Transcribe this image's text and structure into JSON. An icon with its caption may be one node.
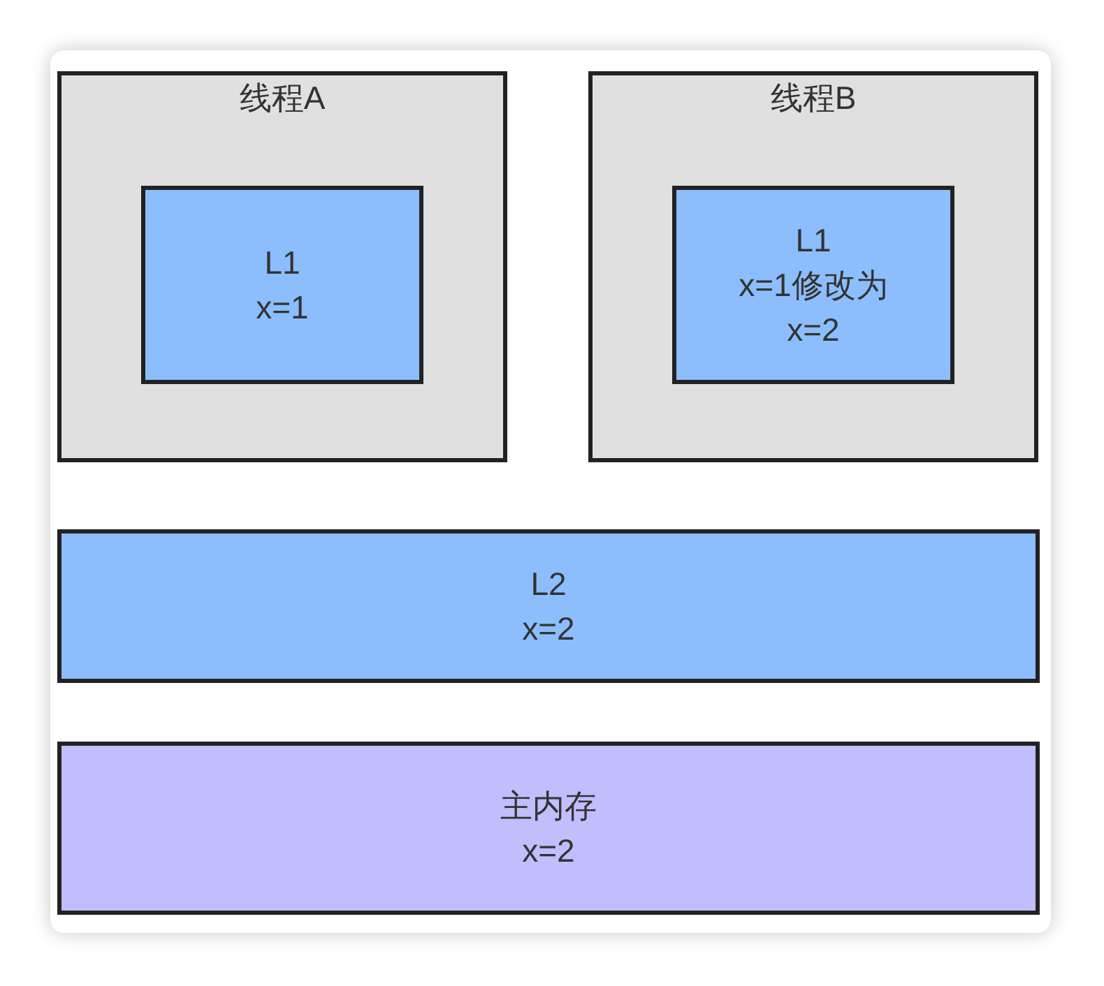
{
  "diagram": {
    "nodes": [
      {
        "text": [
          "线程A"
        ]
      },
      {
        "text": [
          "L1",
          "x=1"
        ],
        "in": 0
      },
      {
        "text": [
          "线程B"
        ]
      },
      {
        "text": [
          "L1",
          "x=1修改为 x=2"
        ],
        "in": 2
      },
      {
        "text": [
          "L2",
          "x=2"
        ]
      },
      {
        "text": [
          "主内存",
          "x=2"
        ]
      }
    ]
  }
}
